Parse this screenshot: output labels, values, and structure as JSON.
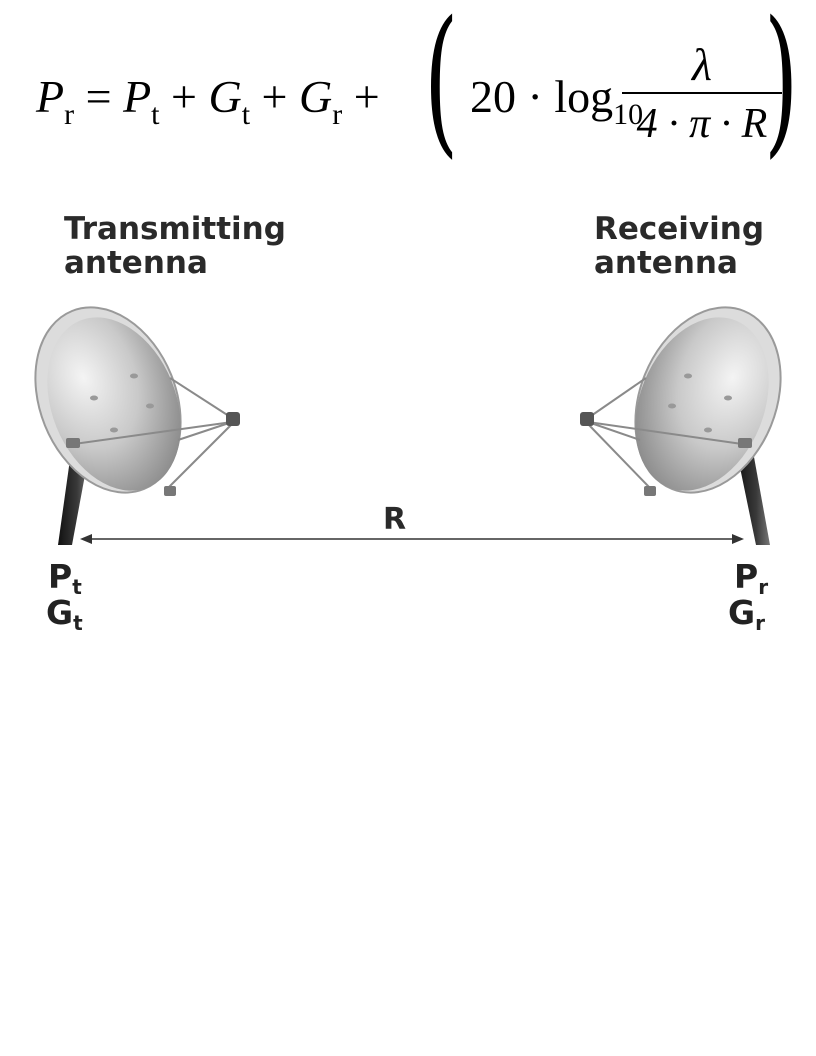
{
  "formula": {
    "lhs_P": "P",
    "lhs_r": "r",
    "eq": "=",
    "pt_P": "P",
    "pt_t": "t",
    "plus": "+",
    "gt_G": "G",
    "gt_t": "t",
    "gr_G": "G",
    "gr_r": "r",
    "open_paren": "(",
    "close_paren": ")",
    "coeff": "20 · log",
    "log_base": "10",
    "numerator": "λ",
    "denominator": "4 · π · R"
  },
  "transmitter": {
    "title_line1": "Transmitting",
    "title_line2": "antenna",
    "power_symbol": "P",
    "power_sub": "t",
    "gain_symbol": "G",
    "gain_sub": "t"
  },
  "receiver": {
    "title_line1": "Receiving",
    "title_line2": "antenna",
    "power_symbol": "P",
    "power_sub": "r",
    "gain_symbol": "G",
    "gain_sub": "r"
  },
  "distance_label": "R",
  "colors": {
    "text": "#2a2a2a",
    "dish_light": "#f2f2f2",
    "dish_dark": "#9a9a9a",
    "pole": "#2b2b2b"
  }
}
